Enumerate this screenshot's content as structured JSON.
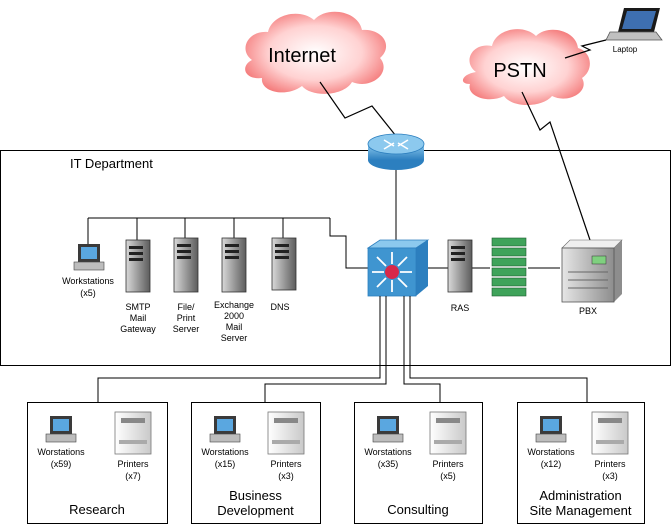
{
  "clouds": {
    "internet": "Internet",
    "pstn": "PSTN"
  },
  "laptop": {
    "label": "Laptop"
  },
  "it_department": {
    "title": "IT Department",
    "workstations": {
      "label": "Workstations",
      "count": "(x5)"
    },
    "servers": [
      {
        "lines": [
          "SMTP",
          "Mail",
          "Gateway"
        ]
      },
      {
        "lines": [
          "File/",
          "Print",
          "Server"
        ]
      },
      {
        "lines": [
          "Exchange",
          "2000",
          "Mail",
          "Server"
        ]
      },
      {
        "lines": [
          "DNS"
        ]
      }
    ],
    "ras": "RAS",
    "pbx": "PBX"
  },
  "departments": [
    {
      "name_lines": [
        "Research"
      ],
      "workstations_label": "Worstations",
      "workstations_count": "(x59)",
      "printers_label": "Printers",
      "printers_count": "(x7)"
    },
    {
      "name_lines": [
        "Business",
        "Development"
      ],
      "workstations_label": "Worstations",
      "workstations_count": "(x15)",
      "printers_label": "Printers",
      "printers_count": "(x3)"
    },
    {
      "name_lines": [
        "Consulting"
      ],
      "workstations_label": "Worstations",
      "workstations_count": "(x35)",
      "printers_label": "Printers",
      "printers_count": "(x5)"
    },
    {
      "name_lines": [
        "Administration",
        "Site Management"
      ],
      "workstations_label": "Worstations",
      "workstations_count": "(x12)",
      "printers_label": "Printers",
      "printers_count": "(x3)"
    }
  ],
  "colors": {
    "cloud": "#f26a6a",
    "router": "#4aa0d8",
    "switch": "#3f95d0",
    "switch_center": "#d8284a",
    "ras_stack": "#3fa35a"
  }
}
